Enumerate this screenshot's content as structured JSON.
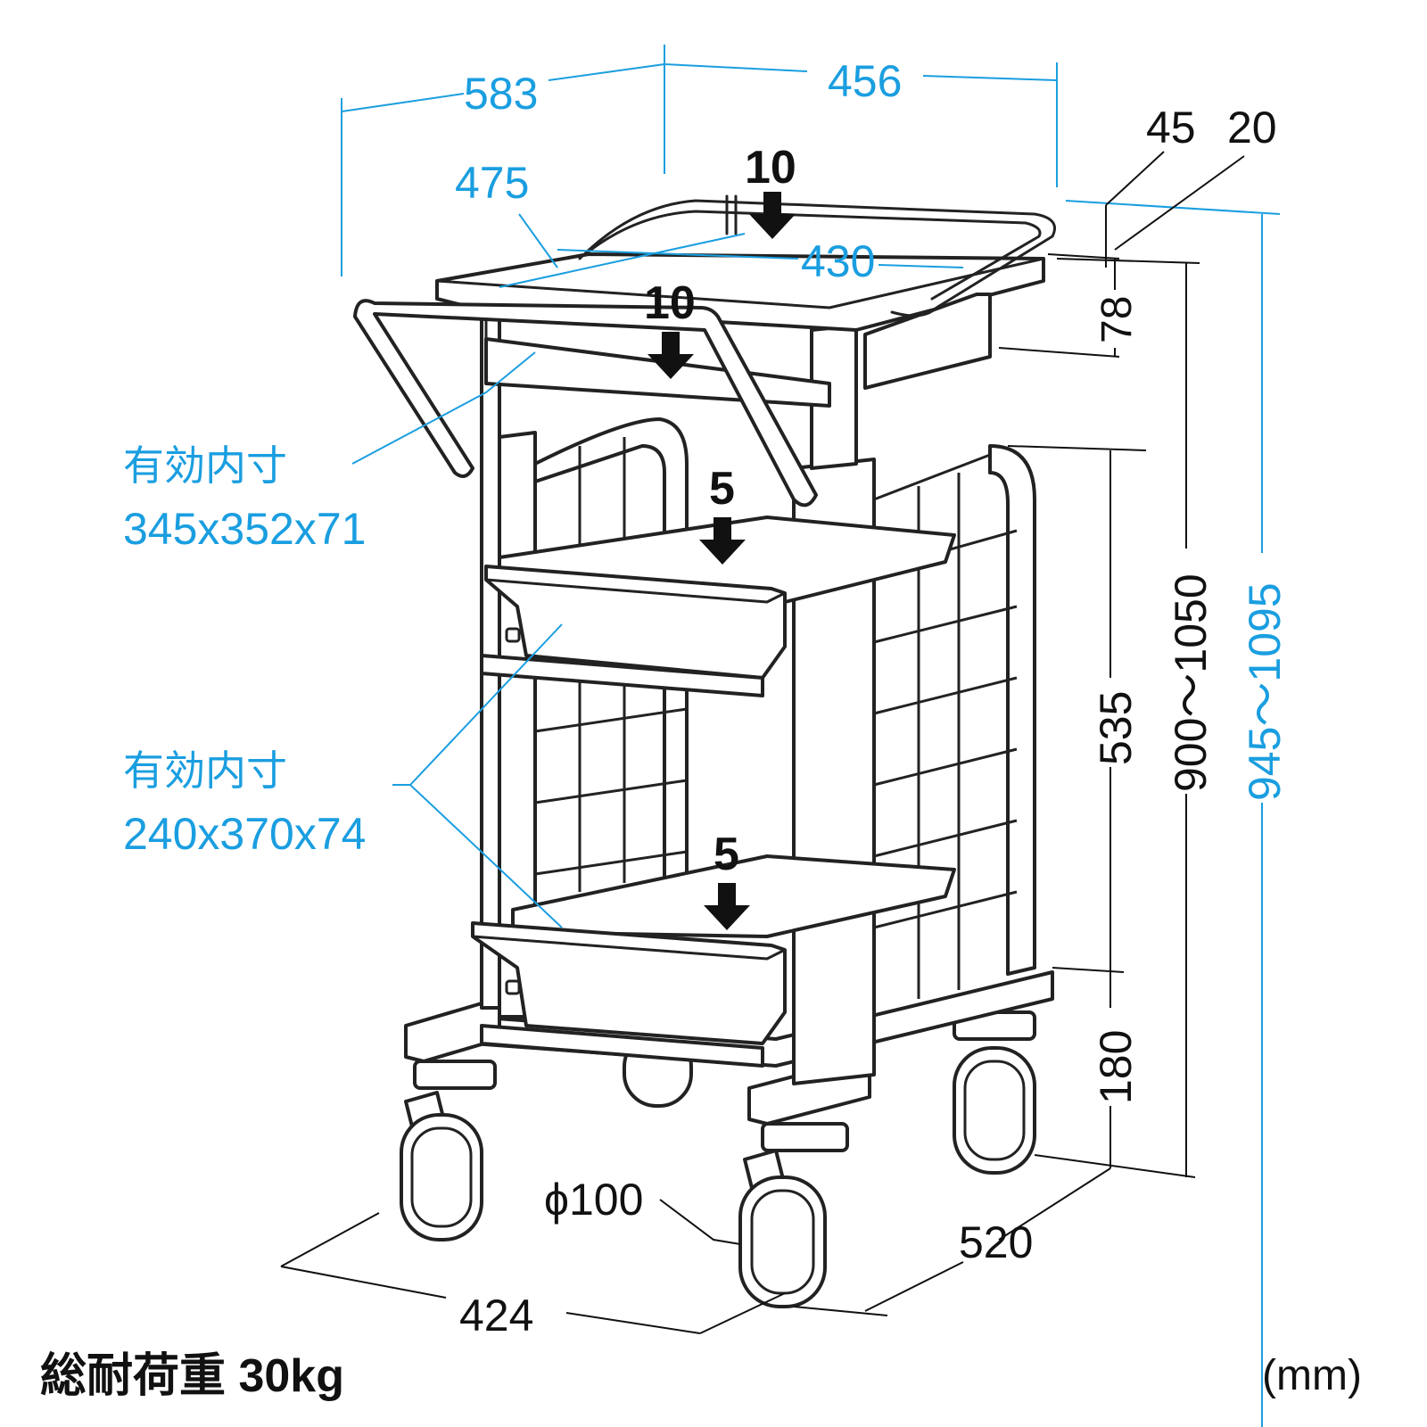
{
  "dimensions": {
    "top_width_outer": "583",
    "top_width": "456",
    "top_depth": "475",
    "top_inner_width": "430",
    "rail_height_a": "45",
    "rail_height_b": "20",
    "top_thickness": "78",
    "height_middle": "535",
    "height_adjust": "900～1050",
    "height_total": "945～1095",
    "bottom_clearance": "180",
    "caster_diameter": "ϕ100",
    "base_depth": "520",
    "base_width": "424"
  },
  "loads": {
    "top_shelf": "10",
    "under_shelf": "10",
    "tray_upper": "5",
    "tray_lower": "5"
  },
  "inner_sizes": {
    "upper_label": "有効内寸",
    "upper_value": "345x352x71",
    "lower_label": "有効内寸",
    "lower_value": "240x370x74"
  },
  "footer": {
    "total_load": "総耐荷重  30kg",
    "unit": "(mm)"
  },
  "colors": {
    "dimension_blue": "#1a9ee0",
    "line_black": "#111111"
  }
}
